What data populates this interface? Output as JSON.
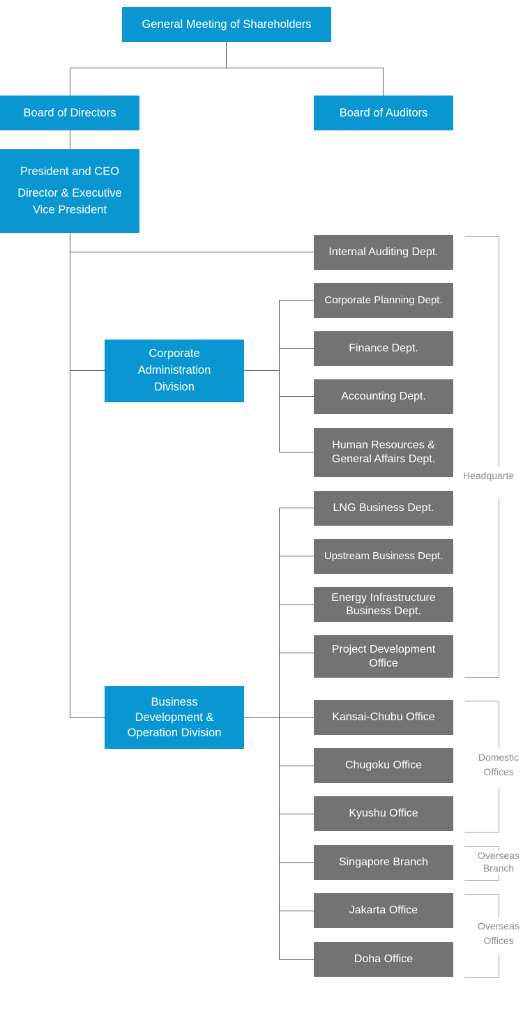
{
  "colors": {
    "blue": "#0a97d1",
    "gray": "#737373",
    "line": "#5a5a5a",
    "bracket": "#9a9a9a",
    "label": "#8a8a8a"
  },
  "nodes": {
    "shareholders": "General Meeting of Shareholders",
    "board_directors": "Board of Directors",
    "board_auditors": "Board of Auditors",
    "president_lines": [
      "President and CEO",
      "Director & Executive",
      "Vice President"
    ],
    "corp_admin_lines": [
      "Corporate",
      "Administration",
      "Division"
    ],
    "bizdev_lines": [
      "Business",
      "Development &",
      "Operation Division"
    ]
  },
  "depts": {
    "internal_audit": [
      "Internal Auditing Dept."
    ],
    "corp_planning": [
      "Corporate Planning Dept."
    ],
    "finance": [
      "Finance Dept."
    ],
    "accounting": [
      "Accounting Dept."
    ],
    "hr": [
      "Human Resources &",
      "General Affairs Dept."
    ],
    "lng": [
      "LNG Business Dept."
    ],
    "upstream": [
      "Upstream Business Dept."
    ],
    "energy": [
      "Energy Infrastructure",
      "Business Dept."
    ],
    "project": [
      "Project Development",
      "Office"
    ],
    "kansai": [
      "Kansai-Chubu Office"
    ],
    "chugoku": [
      "Chugoku Office"
    ],
    "kyushu": [
      "Kyushu Office"
    ],
    "singapore": [
      "Singapore Branch"
    ],
    "jakarta": [
      "Jakarta Office"
    ],
    "doha": [
      "Doha Office"
    ]
  },
  "groups": {
    "headquarters": [
      "Headquarte"
    ],
    "domestic": [
      "Domestic",
      "Offices"
    ],
    "overseas_branch": [
      "Overseas",
      "Branch"
    ],
    "overseas_offices": [
      "Overseas",
      "Offices"
    ]
  }
}
